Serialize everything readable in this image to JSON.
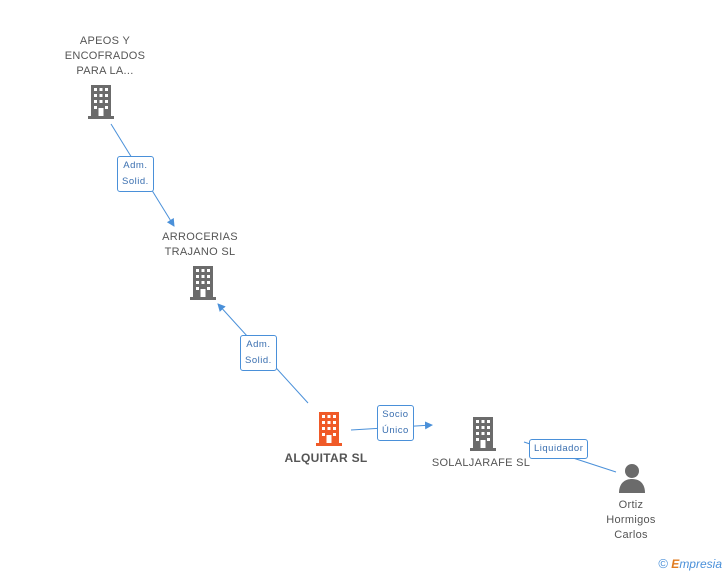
{
  "nodes": {
    "apeos": {
      "label_lines": [
        "APEOS Y",
        "ENCOFRADOS",
        "PARA LA..."
      ],
      "type": "company",
      "color": "#6b6b6b"
    },
    "arrocerias": {
      "label_lines": [
        "ARROCERIAS",
        "TRAJANO SL"
      ],
      "type": "company",
      "color": "#6b6b6b"
    },
    "alquitar": {
      "label_lines": [
        "ALQUITAR SL"
      ],
      "type": "company",
      "color": "#f05a28"
    },
    "solaljarafe": {
      "label_lines": [
        "SOLALJARAFE SL"
      ],
      "type": "company",
      "color": "#6b6b6b"
    },
    "ortiz": {
      "label_lines": [
        "Ortiz",
        "Hormigos",
        "Carlos"
      ],
      "type": "person",
      "color": "#6b6b6b"
    }
  },
  "edges": {
    "apeos_arrocerias": {
      "label_lines": [
        "Adm.",
        "Solid."
      ]
    },
    "alquitar_arrocerias": {
      "label_lines": [
        "Adm.",
        "Solid."
      ]
    },
    "alquitar_solaljarafe": {
      "label_lines": [
        "Socio",
        "Único"
      ]
    },
    "ortiz_solaljarafe": {
      "label_lines": [
        "Liquidador"
      ]
    }
  },
  "colors": {
    "edge": "#4a90d9",
    "accent": "#f05a28",
    "icon": "#6b6b6b"
  },
  "footer": {
    "copyright": "©",
    "brand_first": "E",
    "brand_rest": "mpresia"
  }
}
